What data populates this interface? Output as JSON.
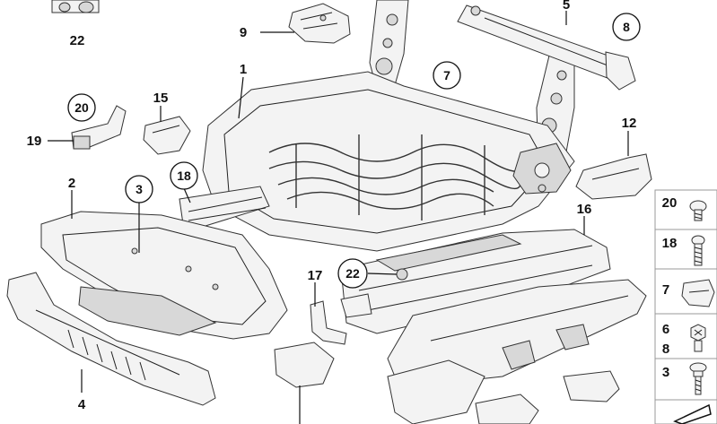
{
  "callouts": {
    "c22_top": "22",
    "c9": "9",
    "c5": "5",
    "c8": "8",
    "c1": "1",
    "c7": "7",
    "c15": "15",
    "c20": "20",
    "c19": "19",
    "c12": "12",
    "c18": "18",
    "c2": "2",
    "c3": "3",
    "c16": "16",
    "c17": "17",
    "c22_mid": "22",
    "c4": "4"
  },
  "legend": {
    "items": [
      {
        "label": "20",
        "icon": "torx-screw-icon"
      },
      {
        "label": "18",
        "icon": "long-screw-icon"
      },
      {
        "label": "7",
        "icon": "clip-icon"
      },
      {
        "label": "6",
        "icon": "hex-screw-icon"
      },
      {
        "label": "8",
        "icon": ""
      },
      {
        "label": "3",
        "icon": "flange-screw-icon"
      }
    ]
  }
}
